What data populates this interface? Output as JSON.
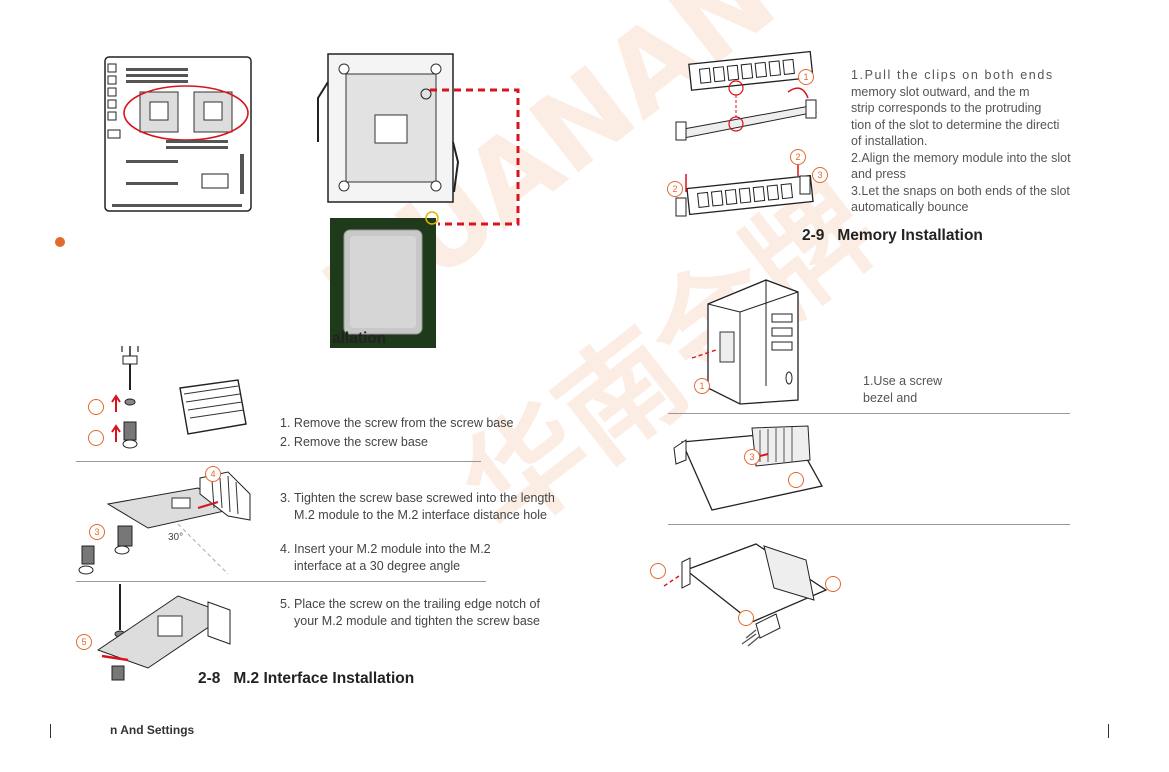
{
  "header_left": {
    "bullet_color": "#e26a2c"
  },
  "cpu": {
    "caption": "allation"
  },
  "m2": {
    "steps": [
      {
        "num": "1.",
        "text": "Remove the screw from the screw base"
      },
      {
        "num": "2.",
        "text": "Remove the screw base"
      },
      {
        "num": "3.",
        "text": "Tighten the screw base screwed into the length M.2 module to the M.2 interface distance hole"
      },
      {
        "num": "4.",
        "text": "Insert your M.2 module into the M.2 interface at a 30 degree angle"
      },
      {
        "num": "5.",
        "text": "Place the screw on the trailing edge notch of your M.2 module and tighten the screw base"
      }
    ],
    "angle_label": "30°",
    "badges": [
      "3",
      "4",
      "5"
    ],
    "caption": "2-8   M.2 Interface Installation"
  },
  "memory": {
    "step1_line1": "1.Pull the clips on both ends",
    "step1_rest": [
      "memory slot outward, and the m",
      "strip corresponds to the protruding",
      "tion of the slot to determine the directi",
      "of installation."
    ],
    "step2": [
      "2.Align the memory module into the slot",
      "and press"
    ],
    "step3": [
      "3.Let the snaps on both ends of the slot",
      "automatically bounce"
    ],
    "badges": [
      "1",
      "2",
      "2",
      "3"
    ],
    "caption": "2-9   Memory Installation"
  },
  "pcie": {
    "step1": [
      "1.Use a screw",
      "bezel and"
    ],
    "badges": [
      "1",
      "3"
    ]
  },
  "footer": {
    "left": "n And Settings"
  },
  "watermark": {
    "latin": "HUANAN",
    "cjk": "华南金牌"
  },
  "colors": {
    "accent": "#e26a2c",
    "dashed_red": "#d9121b",
    "cpu_green": "#1f3a1a"
  }
}
